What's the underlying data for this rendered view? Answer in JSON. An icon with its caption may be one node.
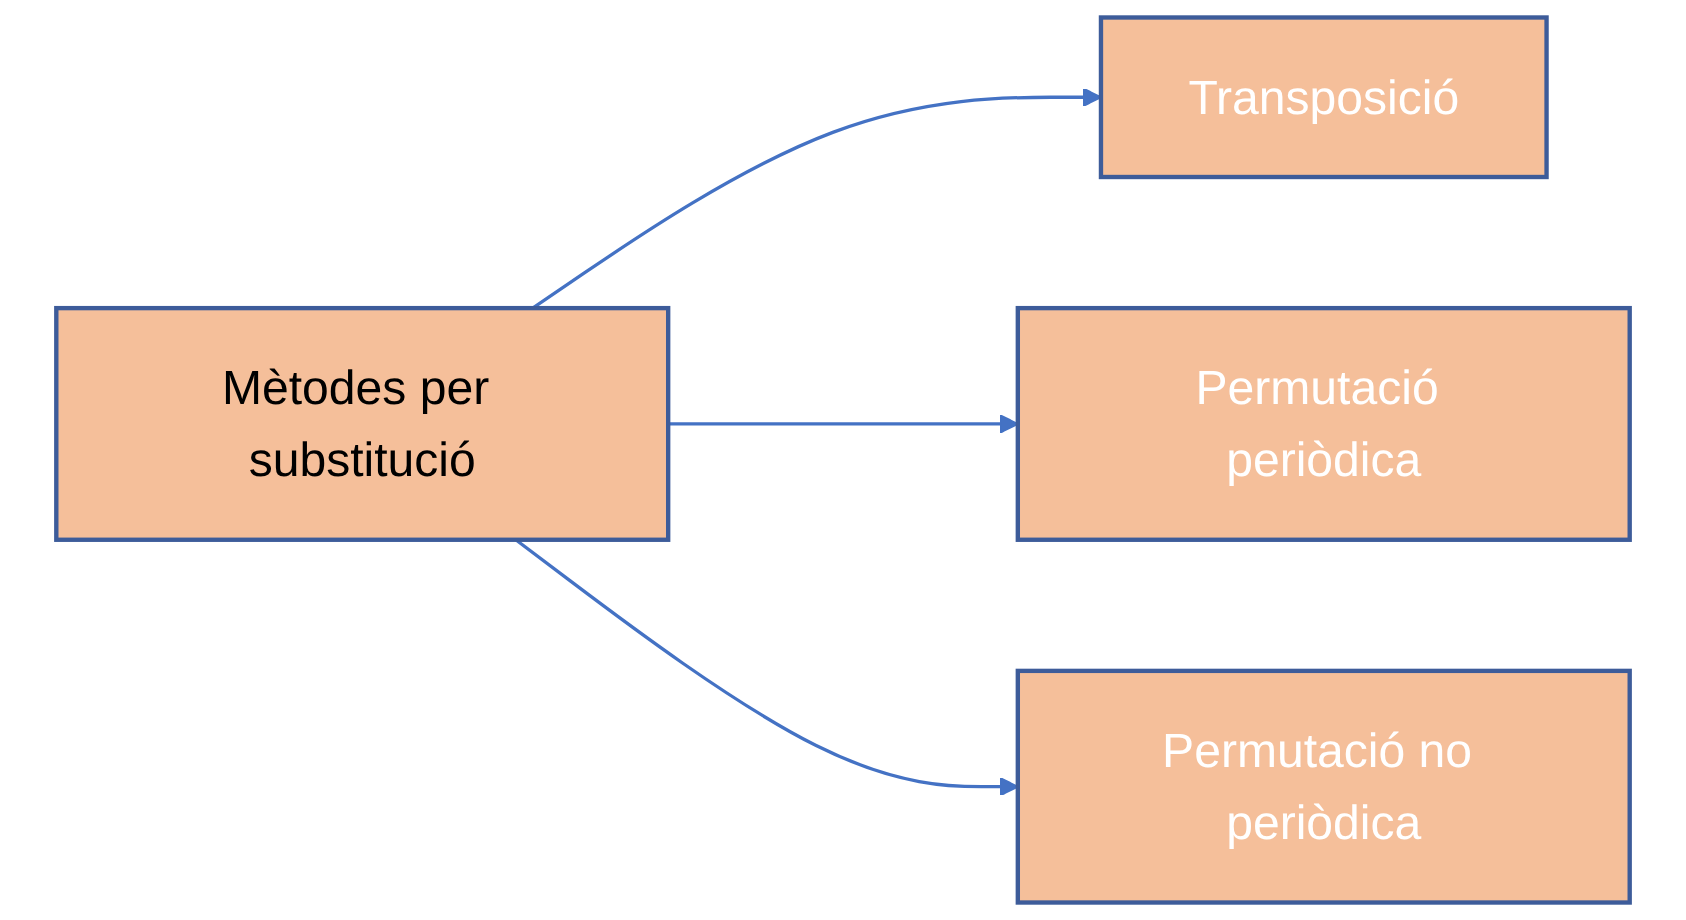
{
  "diagram": {
    "nodes": [
      {
        "text": [
          "Mètodes per substitució"
        ]
      },
      {
        "text": [
          "Transposició"
        ]
      },
      {
        "text": [
          "Permutació periòdica"
        ]
      },
      {
        "text": [
          "Permutació no periòdica"
        ]
      }
    ],
    "edges": [
      {
        "from": 0,
        "to": 1,
        "arrow": "to"
      },
      {
        "from": 0,
        "to": 2,
        "arrow": "to"
      },
      {
        "from": 0,
        "to": 3,
        "arrow": "to"
      }
    ]
  }
}
